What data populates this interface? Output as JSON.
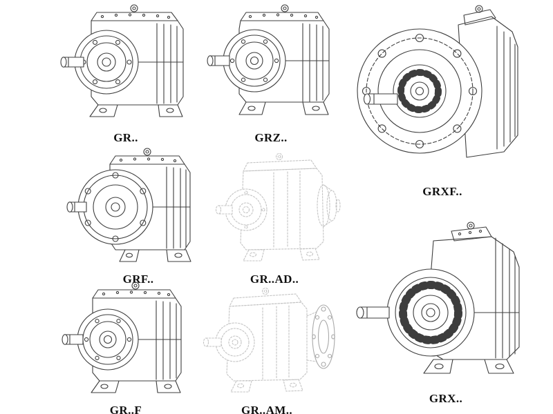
{
  "page": {
    "background": "#ffffff",
    "line_color": "#3d3d3d",
    "ghost_line_color": "#c4c4c4",
    "label_color": "#101010"
  },
  "figures": [
    {
      "id": "gr",
      "label": "GR..",
      "style": "solid"
    },
    {
      "id": "grz",
      "label": "GRZ..",
      "style": "solid"
    },
    {
      "id": "grxf",
      "label": "GRXF..",
      "style": "solid"
    },
    {
      "id": "grf",
      "label": "GRF..",
      "style": "solid"
    },
    {
      "id": "gr-ad",
      "label": "GR..AD..",
      "style": "ghost"
    },
    {
      "id": "grx",
      "label": "GRX..",
      "style": "solid"
    },
    {
      "id": "gr-f",
      "label": "GR..F",
      "style": "solid"
    },
    {
      "id": "gr-am",
      "label": "GR..AM..",
      "style": "ghost"
    }
  ]
}
